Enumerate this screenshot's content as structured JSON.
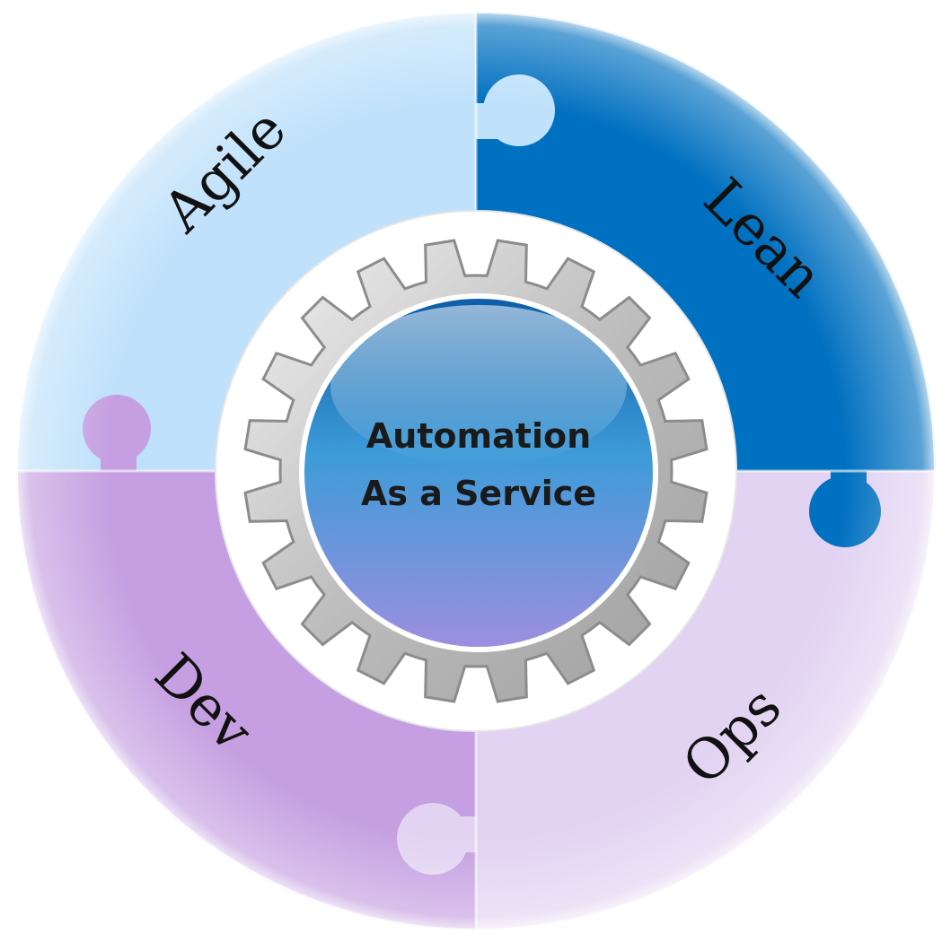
{
  "diagram": {
    "center": {
      "line1": "Automation",
      "line2": "As a Service"
    },
    "segments": [
      {
        "id": "agile",
        "label": "Agile",
        "color": "#BFE1FB"
      },
      {
        "id": "lean",
        "label": "Lean",
        "color": "#0070C0"
      },
      {
        "id": "ops",
        "label": "Ops",
        "color": "#E2D3F2"
      },
      {
        "id": "dev",
        "label": "Dev",
        "color": "#C59FE1"
      }
    ],
    "gear_color": "#BDBDBD",
    "hub_color": "#2F86CC"
  }
}
